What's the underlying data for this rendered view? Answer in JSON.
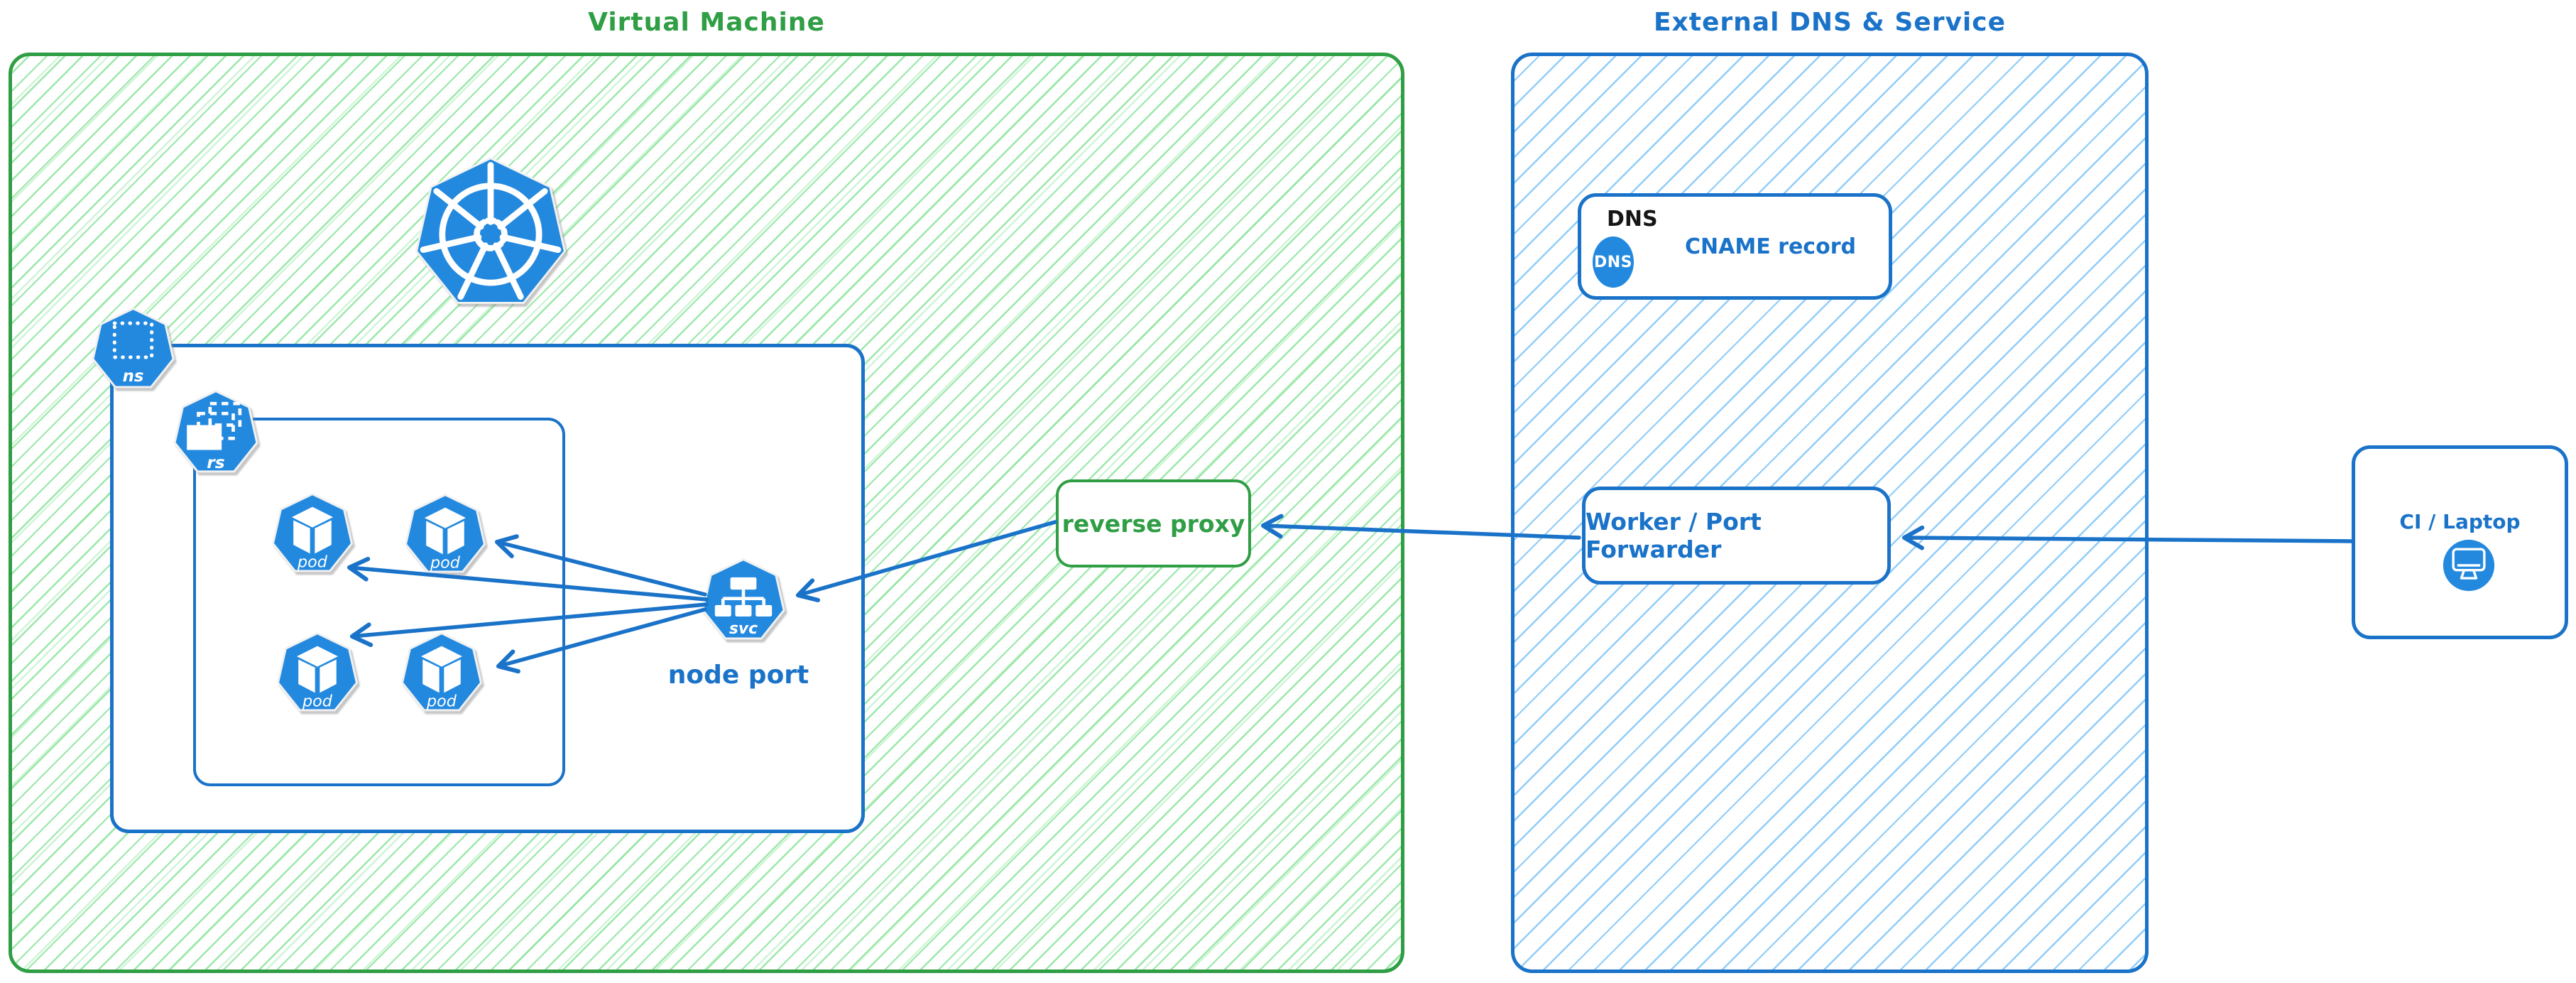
{
  "diagram": {
    "vm": {
      "title": "Virtual Machine",
      "kubernetes_logo_icon": "kubernetes-helm-wheel",
      "namespace_icon_label": "ns",
      "replicaset_icon_label": "rs",
      "pods": [
        {
          "label": "pod"
        },
        {
          "label": "pod"
        },
        {
          "label": "pod"
        },
        {
          "label": "pod"
        }
      ],
      "service_icon_label": "svc",
      "service_caption": "node port",
      "reverse_proxy_label": "reverse proxy"
    },
    "external": {
      "title": "External DNS & Service",
      "dns_card": {
        "header": "DNS",
        "badge": "DNS",
        "label": "CNAME record"
      },
      "worker_card": {
        "label": "Worker / Port Forwarder"
      }
    },
    "client_card": {
      "label": "CI / Laptop",
      "icon": "monitor-icon"
    },
    "colors": {
      "green": "#2f9e44",
      "green_hatch": "#79e08c",
      "blue": "#1a73c8",
      "blue_hatch": "#7dc4f8",
      "icon_blue": "#2389df",
      "header_black": "#161616"
    }
  }
}
